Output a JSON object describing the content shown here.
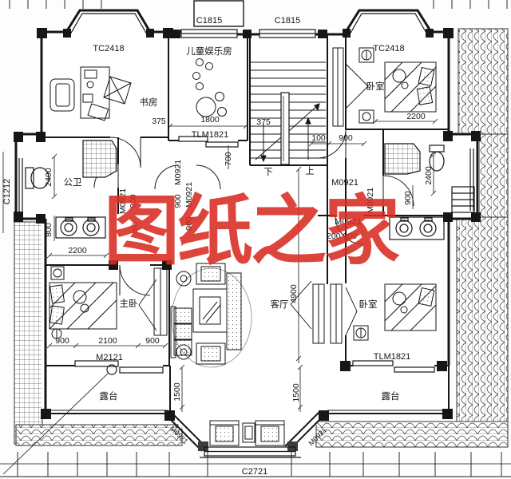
{
  "watermark": {
    "text": "图纸之家",
    "color": "#d92b20"
  },
  "rooms": {
    "study": "书房",
    "kids": "儿童娱乐房",
    "bedroom_tr": "卧室",
    "bath_left": "公卫",
    "master": "主卧",
    "living": "客厅",
    "bedroom_br": "卧室",
    "terrace": "露台",
    "stair_down": "下",
    "stair_up": "上"
  },
  "codes": {
    "tc2418": "TC2418",
    "c1815": "C1815",
    "c1212": "C1212",
    "tlm1821": "TLM1821",
    "m0921": "M0921",
    "m2121": "M2121",
    "c2721": "C2721"
  },
  "dims": {
    "d100": "100",
    "d200_900": "200 900",
    "d375": "375",
    "d700": "700",
    "d800": "800",
    "d900": "900",
    "d1500": "1500",
    "d1800": "1800",
    "d2100": "2100",
    "d2200": "2200",
    "d2400": "2400",
    "d4900": "4900"
  }
}
